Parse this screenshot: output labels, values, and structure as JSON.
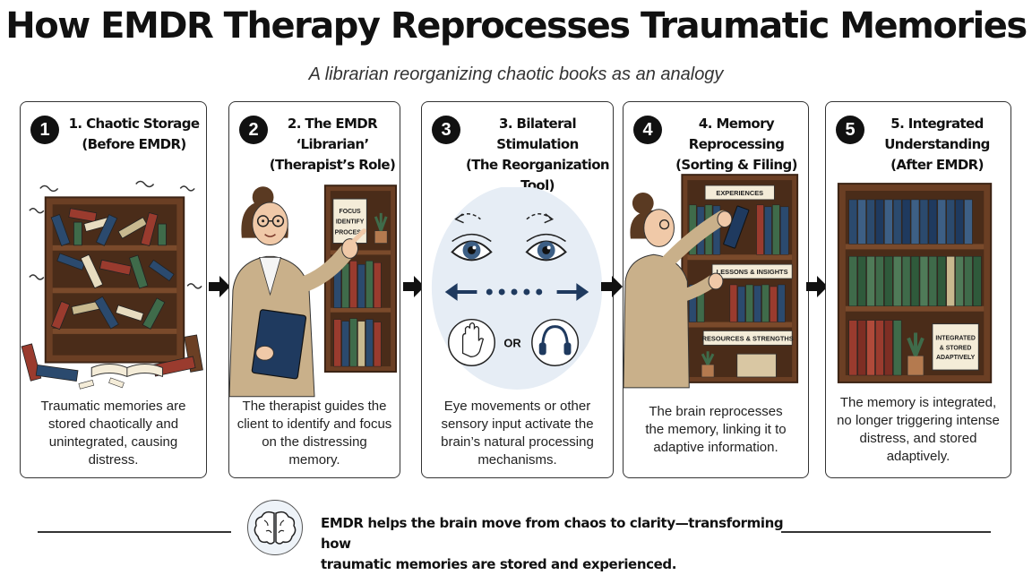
{
  "title": "How EMDR Therapy Reprocesses Traumatic Memories",
  "subtitle": "A librarian reorganizing chaotic books as an analogy",
  "panels": [
    {
      "number": "1",
      "title": "1. Chaotic Storage\n(Before EMDR)",
      "description": "Traumatic memories are\nstored chaotically and\nunintegrated, causing distress."
    },
    {
      "number": "2",
      "title": "2. The EMDR\n‘Librarian’\n(Therapist’s Role)",
      "description": "The therapist guides the\nclient to identify and focus\non the distressing memory.",
      "sign_lines": [
        "FOCUS",
        "IDENTIFY",
        "PROCESS"
      ]
    },
    {
      "number": "3",
      "title": "3. Bilateral Stimulation\n(The Reorganization Tool)",
      "description": "Eye movements or other\nsensory input activate the\nbrain’s natural processing\nmechanisms.",
      "or_label": "OR"
    },
    {
      "number": "4",
      "title": "4. Memory Reprocessing\n(Sorting & Filing)",
      "description": "The brain reprocesses\nthe memory, linking it to\nadaptive information.",
      "shelf_labels": [
        "EXPERIENCES",
        "LESSONS & INSIGHTS",
        "RESOURCES & STRENGTHS"
      ]
    },
    {
      "number": "5",
      "title": "5. Integrated\nUnderstanding\n(After EMDR)",
      "description": "The memory is integrated,\nno longer triggering intense\ndistress, and stored\nadaptively.",
      "sign_lines": [
        "INTEGRATED",
        "& STORED",
        "ADAPTIVELY"
      ]
    }
  ],
  "footer": {
    "text": "EMDR helps the brain move from chaos to clarity—transforming how\ntraumatic memories are stored and experienced.",
    "icon": "brain-icon"
  },
  "colors": {
    "wood": "#7a4a2b",
    "navy": "#2b4a6e",
    "green": "#3f6b4a",
    "red": "#9a3b2e",
    "accent_bg": "#e6edf5"
  }
}
